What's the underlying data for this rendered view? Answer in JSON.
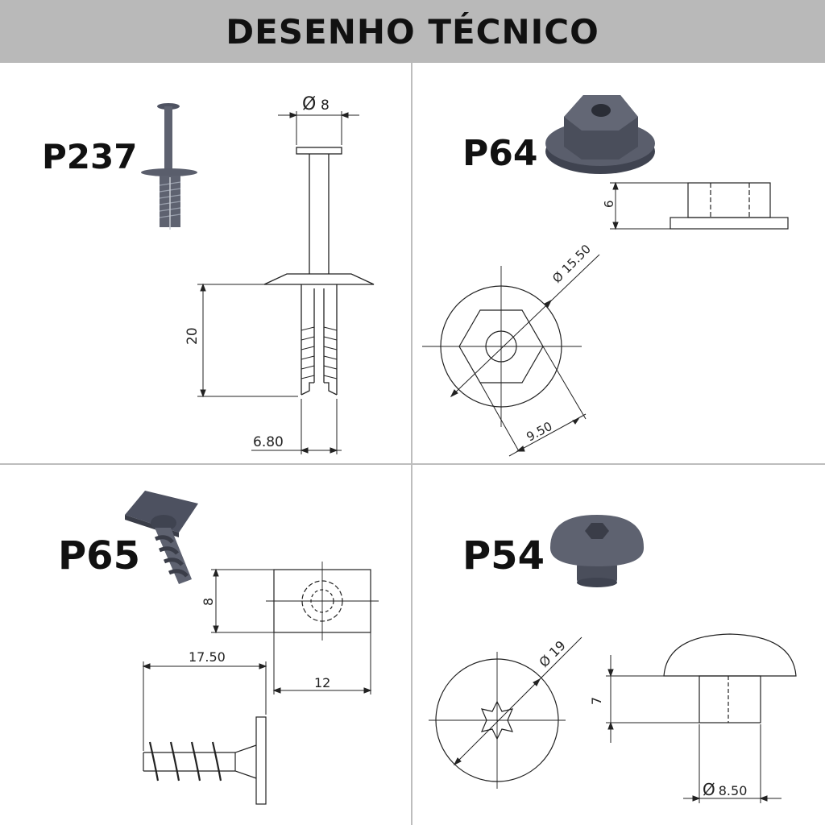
{
  "header": {
    "title": "DESENHO TÉCNICO"
  },
  "parts": [
    {
      "id": "P237",
      "label": "P237",
      "dimensions": {
        "head_diameter": "8",
        "shank_length": "20",
        "shank_width": "6.80"
      }
    },
    {
      "id": "P64",
      "label": "P64",
      "dimensions": {
        "height": "6",
        "flange_diameter": "15.50",
        "hex_width": "9.50"
      }
    },
    {
      "id": "P65",
      "label": "P65",
      "dimensions": {
        "plate_height": "8",
        "plate_width": "12",
        "overall_length": "17.50"
      }
    },
    {
      "id": "P54",
      "label": "P54",
      "dimensions": {
        "head_diameter": "19",
        "height": "7",
        "shank_diameter": "8.50"
      }
    }
  ],
  "colors": {
    "header_bg": "#b9b9b9",
    "part_fill": "#5e6270",
    "line": "#222222",
    "divider": "#bdbdbd"
  }
}
